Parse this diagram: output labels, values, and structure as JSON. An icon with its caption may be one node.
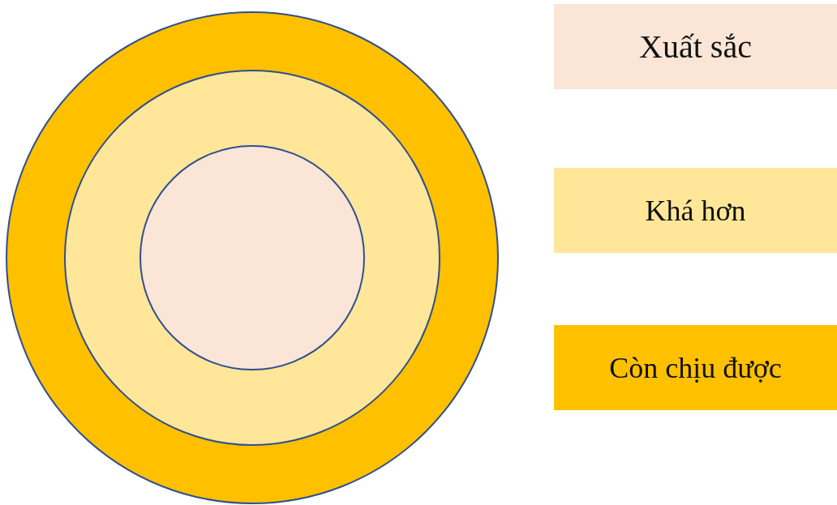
{
  "diagram": {
    "legend": [
      {
        "text": "Xuất sắc",
        "color": "#fbe5d6"
      },
      {
        "text": "Khá hơn",
        "color": "#ffe699"
      },
      {
        "text": "Còn chịu được",
        "color": "#ffc000"
      }
    ]
  }
}
